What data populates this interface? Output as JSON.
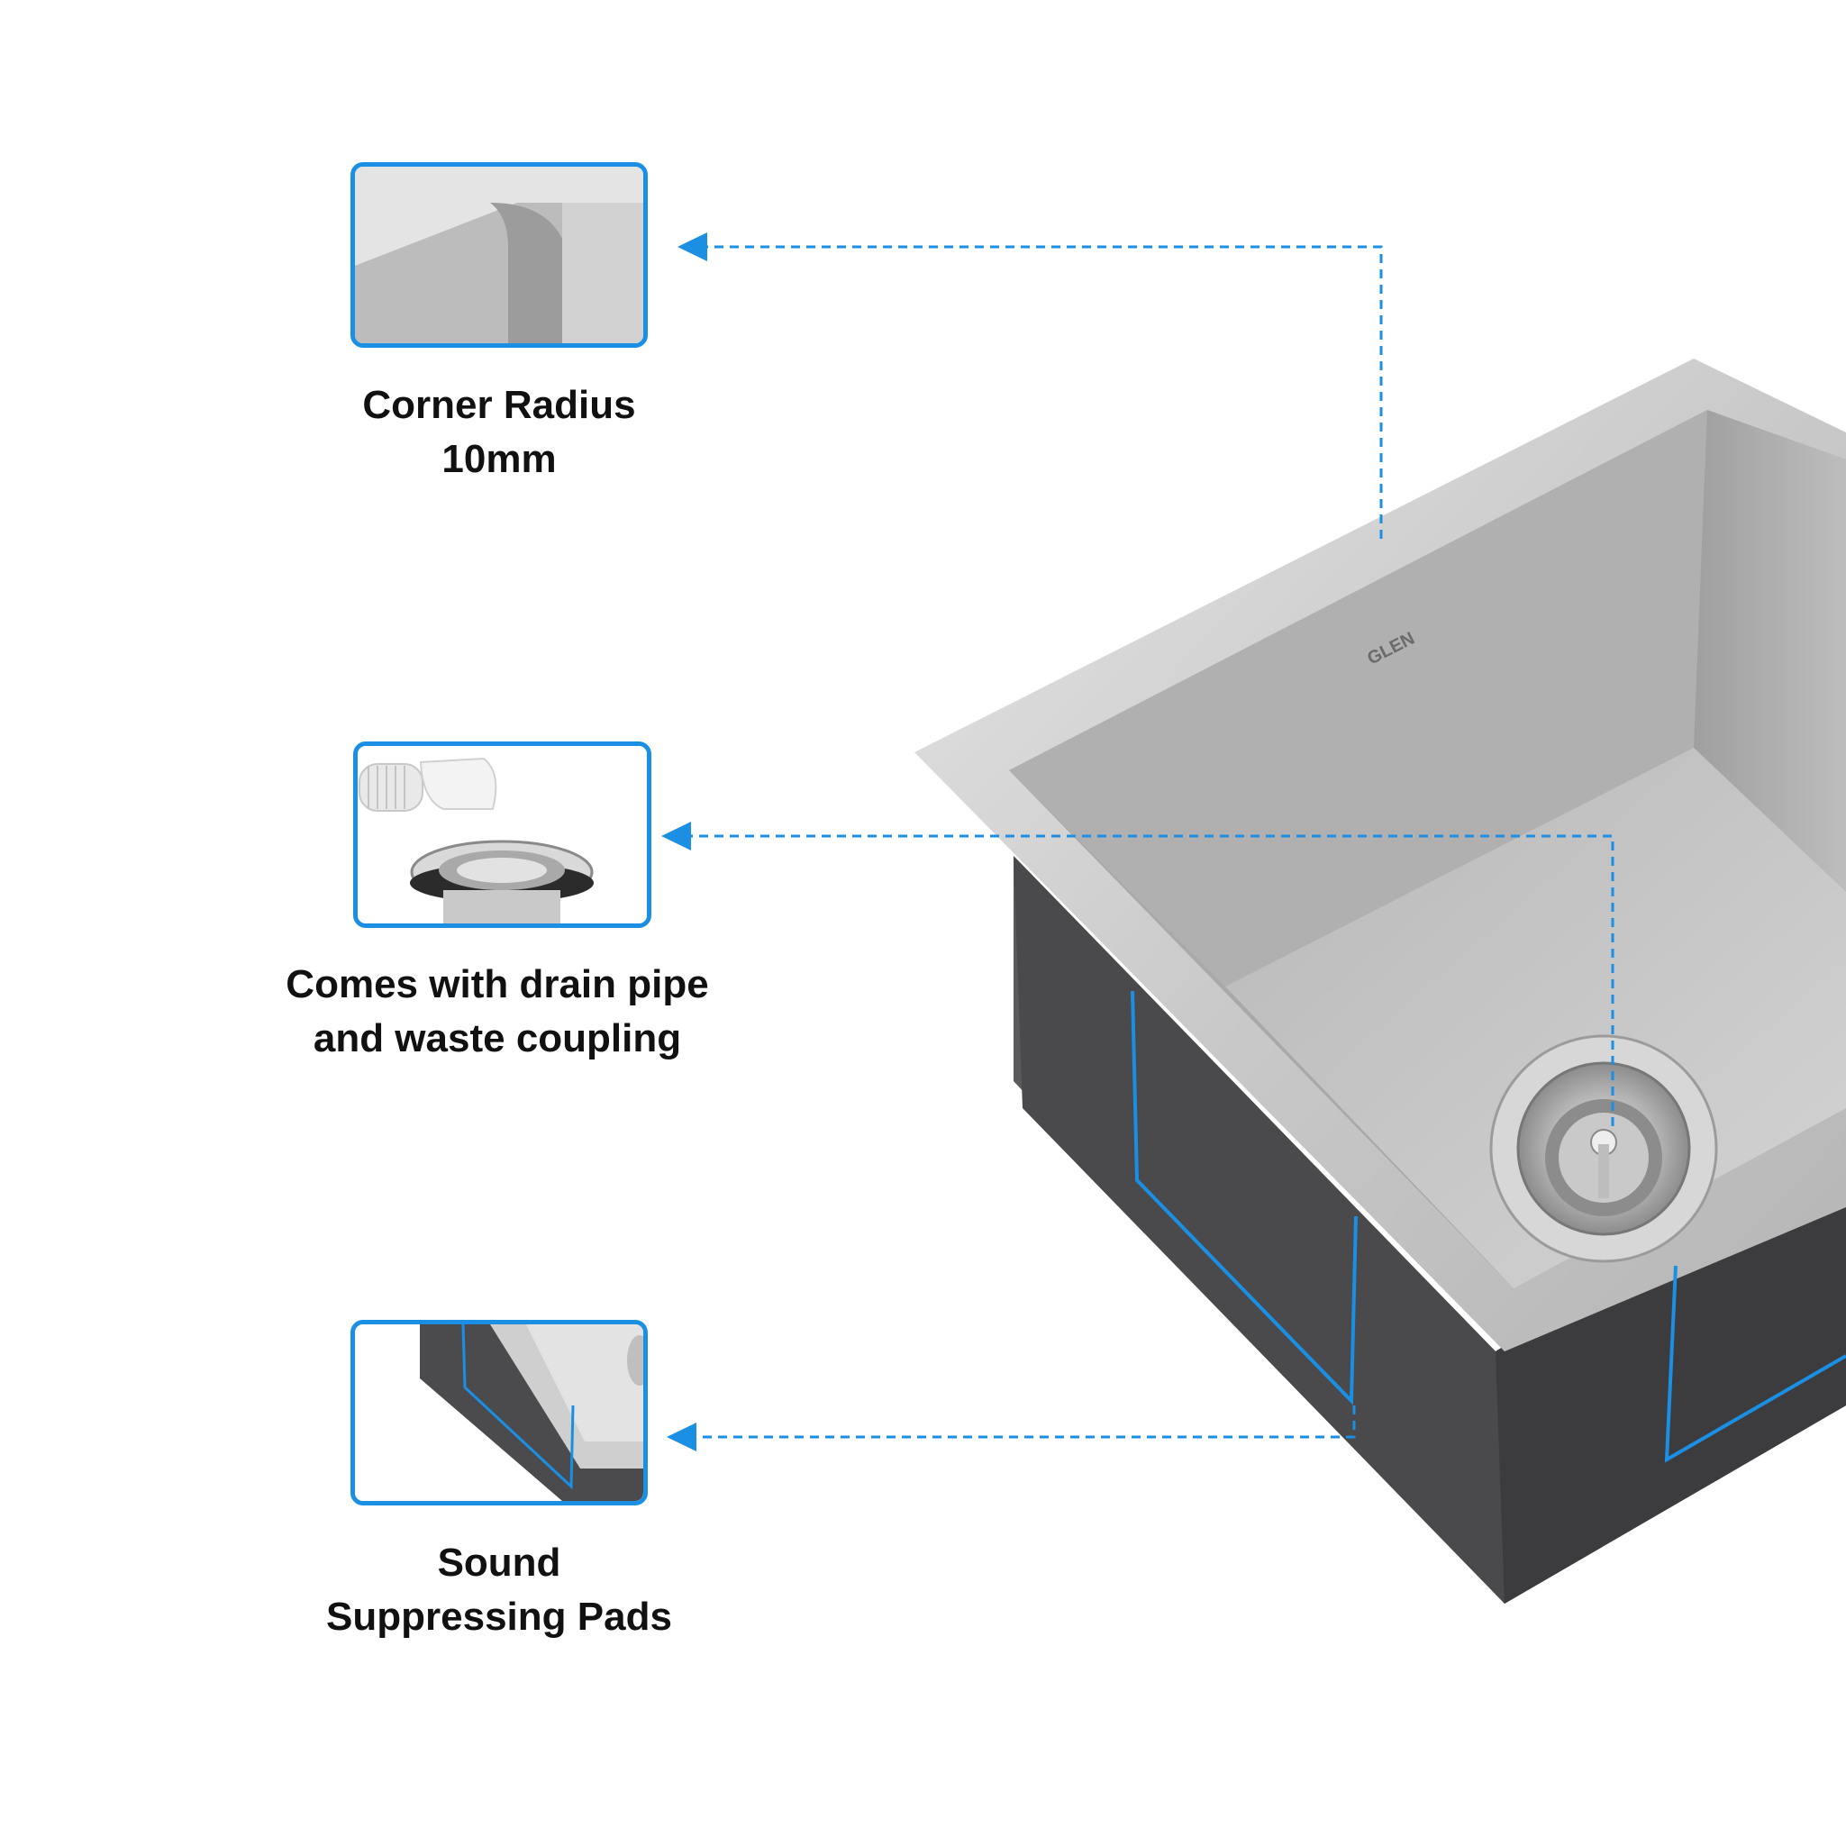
{
  "features": [
    {
      "line1": "Corner Radius",
      "line2": "10mm",
      "thumb_icon": "sink-corner-closeup"
    },
    {
      "line1": "Comes with drain pipe",
      "line2": "and waste coupling",
      "thumb_icon": "drain-pipe-and-coupling"
    },
    {
      "line1": "Sound",
      "line2": "Suppressing Pads",
      "thumb_icon": "sound-pad-closeup"
    }
  ],
  "brand_mark": "GLEN",
  "colors": {
    "accent": "#1a8fe3",
    "text": "#111111",
    "steel_light": "#d9d9d9",
    "steel_dark": "#3d3d3f"
  }
}
